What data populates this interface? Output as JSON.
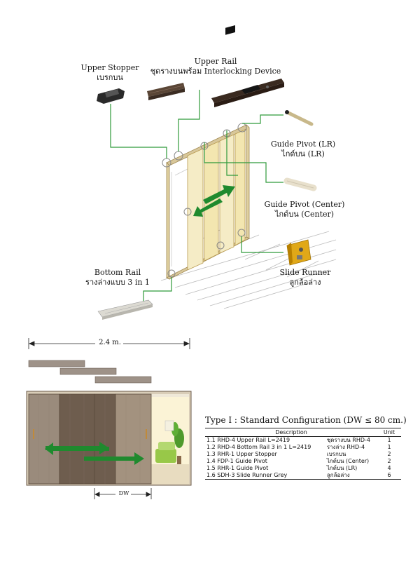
{
  "labels": {
    "upper_stopper": [
      "Upper Stopper",
      "เบรกบน"
    ],
    "upper_rail": [
      "Upper Rail",
      "ชุดรางบนพร้อม Interlocking Device"
    ],
    "guide_pivot_lr": [
      "Guide Pivot (LR)",
      "ไกด์บน (LR)"
    ],
    "guide_pivot_center": [
      "Guide Pivot (Center)",
      "ไกด์บน (Center)"
    ],
    "bottom_rail": [
      "Bottom Rail",
      "รางล่างแบบ 3 in 1"
    ],
    "slide_runner": [
      "Slide Runner",
      "ลูกล้อล่าง"
    ]
  },
  "dimensions": {
    "overall_width": "2.4 m.",
    "door_width": "DW"
  },
  "config": {
    "title": "Type I : Standard Configuration (DW ≤ 80 cm.)",
    "headers": {
      "description": "Description",
      "unit": "Unit"
    },
    "rows": [
      {
        "desc": "1.1 RHD-4 Upper Rail L=2419",
        "thai": "ชุดรางบน RHD-4",
        "unit": "1"
      },
      {
        "desc": "1.2 RHD-4 Bottom Rail 3 in 1 L=2419",
        "thai": "รางล่าง RHD-4",
        "unit": "1"
      },
      {
        "desc": "1.3 RHR-1 Upper Stopper",
        "thai": "เบรกบน",
        "unit": "2"
      },
      {
        "desc": "1.4 FDP-1 Guide Pivot",
        "thai": "ไกด์บน (Center)",
        "unit": "2"
      },
      {
        "desc": "1.5 RHR-1 Guide Pivot",
        "thai": "ไกด์บน (LR)",
        "unit": "4"
      },
      {
        "desc": "1.6 SDH-3 Slide Runner Grey",
        "thai": "ลูกล้อล่าง",
        "unit": "6"
      }
    ]
  },
  "colors": {
    "leader_line": "#2e9a3a",
    "arrow": "#1f8a2e",
    "panel_light": "#f3e7b4",
    "door_dark": "#6b5a4a",
    "door_light": "#9a8a78"
  }
}
